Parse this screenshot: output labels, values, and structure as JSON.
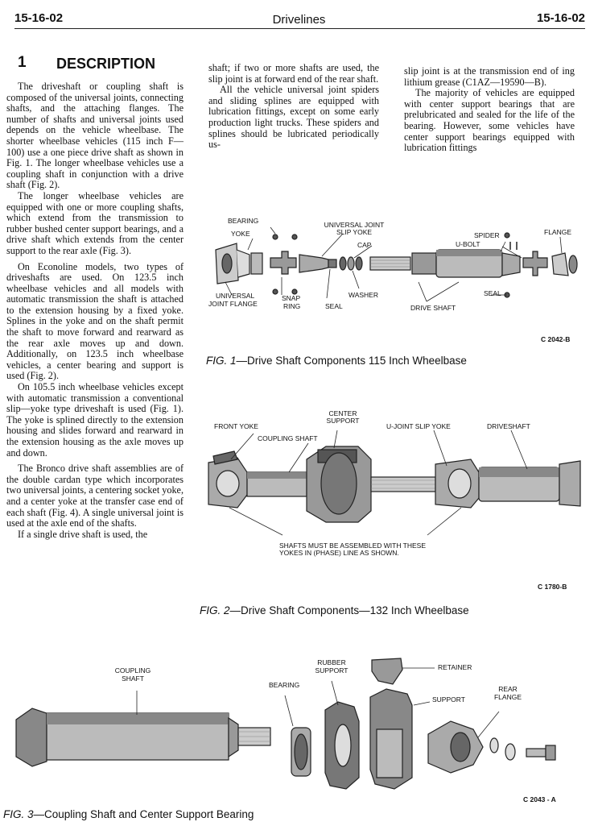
{
  "header": {
    "left": "15-16-02",
    "center": "Drivelines",
    "right": "15-16-02"
  },
  "section": {
    "number": "1",
    "title": "DESCRIPTION"
  },
  "col1": [
    "The driveshaft or coupling shaft is composed of the universal joints, connecting shafts, and the attaching flanges. The number of shafts and universal joints used depends on the vehicle wheelbase. The shorter wheelbase vehicles (115 inch F—100) use a one piece drive shaft as shown in Fig. 1. The longer wheelbase vehicles use a coupling shaft in conjunction with a drive shaft (Fig. 2).",
    "The longer wheelbase vehicles are equipped with one or more coupling shafts, which extend from the transmission to rubber bushed center support bearings, and a drive shaft which extends from the center support to the rear axle (Fig. 3).",
    "On Econoline models, two types of driveshafts are used. On 123.5 inch wheelbase vehicles and all models with automatic transmission the shaft is attached to the extension housing by a fixed yoke. Splines in the yoke and on the shaft permit the shaft to move forward and rearward as the rear axle moves up and down. Additionally, on 123.5 inch wheelbase vehicles, a center bearing and support is used (Fig. 2).",
    "On 105.5 inch wheelbase vehicles except with automatic transmission a conventional slip—yoke type driveshaft is used (Fig. 1). The yoke is splined directly to the extension housing and slides forward and rearward in the extension housing as the axle moves up and down.",
    "The Bronco drive shaft assemblies are of the double cardan type which incorporates two universal joints, a centering socket yoke, and a center yoke at the transfer case end of each shaft (Fig. 4). A single universal joint is used at the axle end of the shafts.",
    "If a single drive shaft is used, the"
  ],
  "col2": [
    "shaft; if two or more shafts are used, the slip joint is at forward end of the rear shaft.",
    "All the vehicle universal joint spiders and sliding splines are equipped with lubrication fittings, except on some early production light trucks. These spiders and splines should be lubricated periodically us-"
  ],
  "col3": [
    "slip joint is at the transmission end of ing lithium grease (C1AZ—19590—B).",
    "The majority of vehicles are equipped with center support bearings that are prelubricated and sealed for the life of the bearing. However, some vehicles have center support bearings equipped with lubrication fittings"
  ],
  "fig1": {
    "labels": {
      "bearing": "BEARING",
      "yoke": "YOKE",
      "ujoint": "UNIVERSAL JOINT",
      "slipyoke": "SLIP YOKE",
      "cap": "CAP",
      "spider": "SPIDER",
      "ubolt": "U-BOLT",
      "flange": "FLANGE",
      "universal": "UNIVERSAL",
      "jointflange": "JOINT FLANGE",
      "snap": "SNAP",
      "ring": "RING",
      "seal1": "SEAL",
      "washer": "WASHER",
      "driveshaft": "DRIVE SHAFT",
      "seal2": "SEAL"
    },
    "code": "C 2042-B",
    "caption_prefix": "FIG. 1",
    "caption_text": "—Drive Shaft Components 115 Inch Wheelbase"
  },
  "fig2": {
    "labels": {
      "center": "CENTER",
      "support": "SUPPORT",
      "frontyoke": "FRONT YOKE",
      "coupling": "COUPLING SHAFT",
      "uslip": "U-JOINT SLIP YOKE",
      "driveshaft": "DRIVESHAFT",
      "note1": "SHAFTS MUST BE ASSEMBLED WITH THESE",
      "note2": "YOKES IN (PHASE) LINE AS SHOWN."
    },
    "code": "C 1780-B",
    "caption_prefix": "FIG. 2",
    "caption_text": "—Drive Shaft Components—132 Inch Wheelbase"
  },
  "fig3": {
    "labels": {
      "coupling": "COUPLING",
      "shaft": "SHAFT",
      "rubber": "RUBBER",
      "rsupport": "SUPPORT",
      "bearing": "BEARING",
      "retainer": "RETAINER",
      "support": "SUPPORT",
      "rear": "REAR",
      "flange": "FLANGE"
    },
    "code": "C 2043 - A",
    "caption_prefix": "FIG. 3",
    "caption_text": "—Coupling Shaft and Center Support Bearing"
  }
}
